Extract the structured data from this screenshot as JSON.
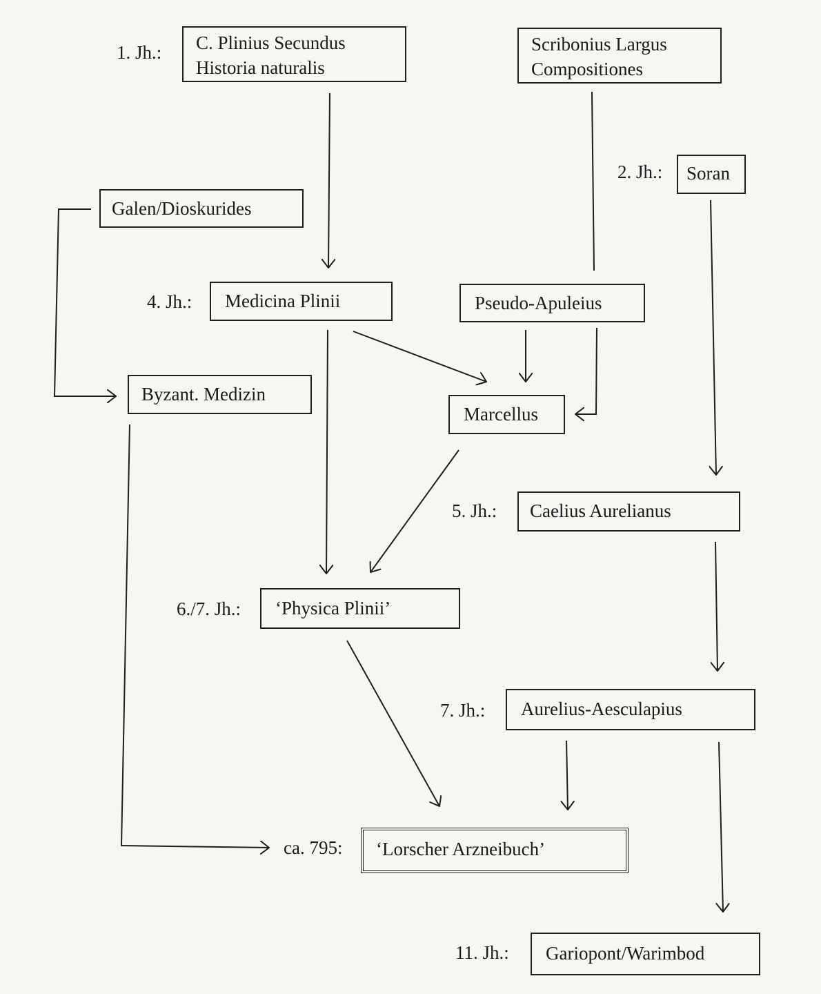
{
  "diagram": {
    "type": "stemma / transmission diagram",
    "nodes": {
      "plinius": {
        "date": "1. Jh.:",
        "lines": [
          "C. Plinius Secundus",
          "Historia naturalis"
        ]
      },
      "scribonius": {
        "date": "",
        "lines": [
          "Scribonius Largus",
          "Compositiones"
        ]
      },
      "soran": {
        "date": "2. Jh.:",
        "lines": [
          "Soran"
        ]
      },
      "galen": {
        "date": "",
        "lines": [
          "Galen/Dioskurides"
        ]
      },
      "medicina": {
        "date": "4. Jh.:",
        "lines": [
          "Medicina Plinii"
        ]
      },
      "pseudo": {
        "date": "",
        "lines": [
          "Pseudo-Apuleius"
        ]
      },
      "byzant": {
        "date": "",
        "lines": [
          "Byzant. Medizin"
        ]
      },
      "marcellus": {
        "date": "",
        "lines": [
          "Marcellus"
        ]
      },
      "caelius": {
        "date": "5. Jh.:",
        "lines": [
          "Caelius Aurelianus"
        ]
      },
      "physica": {
        "date": "6./7. Jh.:",
        "lines": [
          "‘Physica Plinii’"
        ]
      },
      "aurelius": {
        "date": "7. Jh.:",
        "lines": [
          "Aurelius-Aesculapius"
        ]
      },
      "lorsch": {
        "date": "ca. 795:",
        "lines": [
          "‘Lorscher Arzneibuch’"
        ]
      },
      "gariopont": {
        "date": "11. Jh.:",
        "lines": [
          "Gariopont/Warimbod"
        ]
      }
    },
    "edges": [
      {
        "from": "plinius",
        "to": "medicina"
      },
      {
        "from": "scribonius",
        "to": "pseudo",
        "arrow": false
      },
      {
        "from": "soran",
        "to": "caelius"
      },
      {
        "from": "galen",
        "to": "byzant"
      },
      {
        "from": "medicina",
        "to": "marcellus"
      },
      {
        "from": "medicina",
        "to": "physica"
      },
      {
        "from": "pseudo",
        "to": "marcellus"
      },
      {
        "from": "pseudo",
        "to": "marcellus",
        "route": "side"
      },
      {
        "from": "marcellus",
        "to": "physica"
      },
      {
        "from": "caelius",
        "to": "aurelius"
      },
      {
        "from": "byzant",
        "to": "lorsch"
      },
      {
        "from": "physica",
        "to": "lorsch"
      },
      {
        "from": "aurelius",
        "to": "lorsch"
      },
      {
        "from": "aurelius",
        "to": "gariopont"
      }
    ]
  }
}
